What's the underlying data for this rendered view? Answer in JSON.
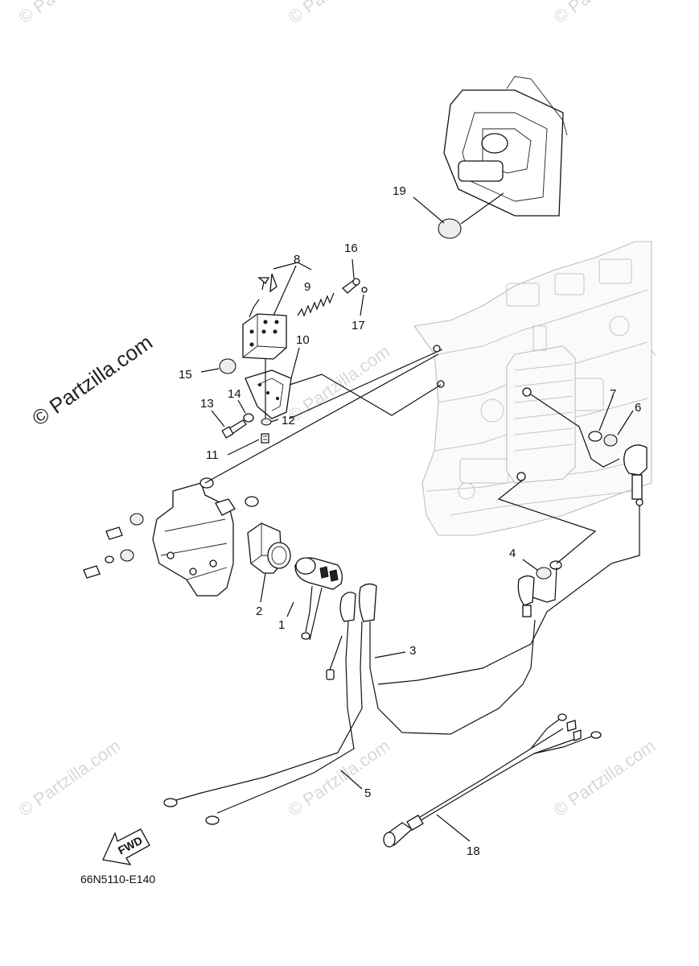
{
  "watermarks": {
    "small": "© Partzilla.com",
    "large": "© Partzilla.com"
  },
  "fwd_badge": "FWD",
  "reference_code": "66N5110-E140",
  "callouts": {
    "c1": "1",
    "c2": "2",
    "c3": "3",
    "c4": "4",
    "c5": "5",
    "c6": "6",
    "c7": "7",
    "c8": "8",
    "c9": "9",
    "c10": "10",
    "c11": "11",
    "c12": "12",
    "c13": "13",
    "c14": "14",
    "c15": "15",
    "c16": "16",
    "c17": "17",
    "c18": "18",
    "c19": "19"
  }
}
